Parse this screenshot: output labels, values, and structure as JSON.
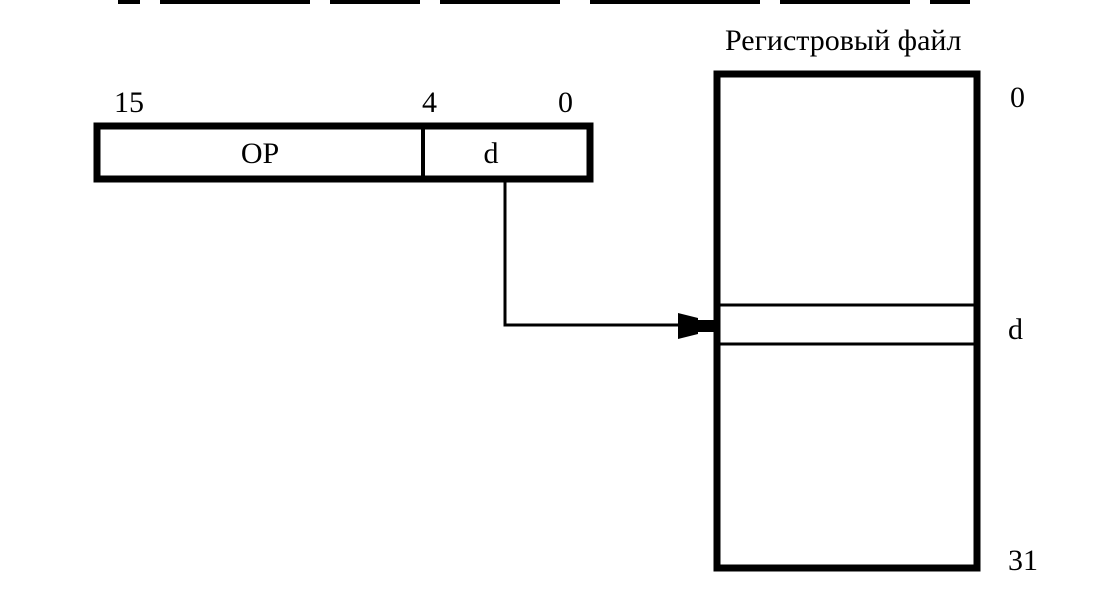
{
  "instruction": {
    "bit_labels": {
      "high": "15",
      "mid": "4",
      "low": "0"
    },
    "fields": {
      "opcode": "OP",
      "operand": "d"
    }
  },
  "register_file": {
    "title": "Регистровый файл",
    "index_first": "0",
    "index_selected": "d",
    "index_last": "31"
  },
  "colors": {
    "ink": "#000000",
    "background": "#ffffff"
  }
}
